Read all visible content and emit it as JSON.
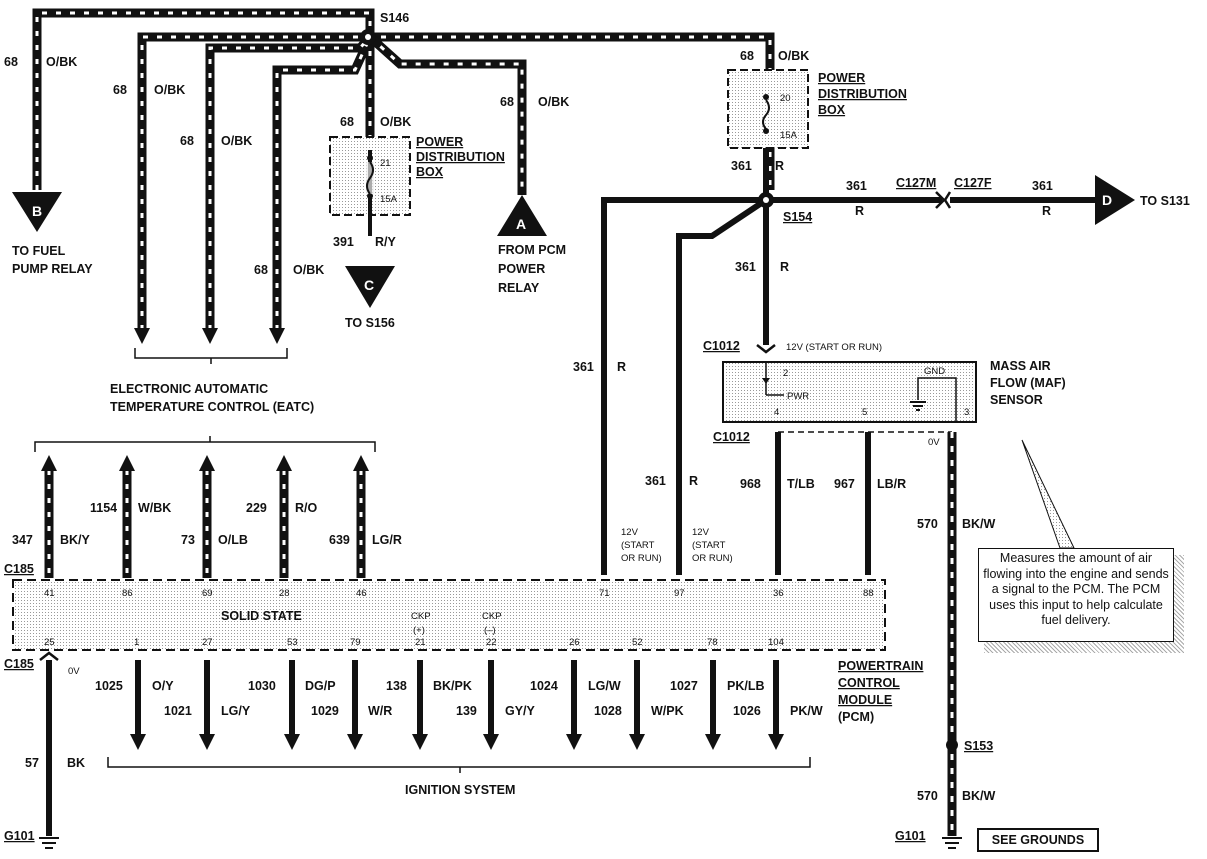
{
  "wires": {
    "w68_fuel": {
      "num": "68",
      "color": "O/BK"
    },
    "w68_a": {
      "num": "68",
      "color": "O/BK"
    },
    "w68_b": {
      "num": "68",
      "color": "O/BK"
    },
    "w68_pdb": {
      "num": "68",
      "color": "O/BK"
    },
    "w68_pcm": {
      "num": "68",
      "color": "O/BK"
    },
    "w68_c": {
      "num": "68",
      "color": "O/BK"
    },
    "w68_right": {
      "num": "68",
      "color": "O/BK"
    },
    "w391": {
      "num": "391",
      "color": "R/Y"
    },
    "w361_pdb": {
      "num": "361",
      "color": "R"
    },
    "w361_c127m": {
      "num": "361",
      "color": "R"
    },
    "w361_d": {
      "num": "361",
      "color": "R"
    },
    "w361_maf": {
      "num": "361",
      "color": "R"
    },
    "w361_left": {
      "num": "361",
      "color": "R"
    },
    "w361_mid": {
      "num": "361",
      "color": "R"
    },
    "w347": {
      "num": "347",
      "color": "BK/Y"
    },
    "w1154": {
      "num": "1154",
      "color": "W/BK"
    },
    "w73": {
      "num": "73",
      "color": "O/LB"
    },
    "w229": {
      "num": "229",
      "color": "R/O"
    },
    "w639": {
      "num": "639",
      "color": "LG/R"
    },
    "w968": {
      "num": "968",
      "color": "T/LB"
    },
    "w967": {
      "num": "967",
      "color": "LB/R"
    },
    "w570a": {
      "num": "570",
      "color": "BK/W"
    },
    "w570b": {
      "num": "570",
      "color": "BK/W"
    },
    "w57": {
      "num": "57",
      "color": "BK"
    },
    "w1025": {
      "num": "1025",
      "color": "O/Y"
    },
    "w1021": {
      "num": "1021",
      "color": "LG/Y"
    },
    "w1030": {
      "num": "1030",
      "color": "DG/P"
    },
    "w1029": {
      "num": "1029",
      "color": "W/R"
    },
    "w138": {
      "num": "138",
      "color": "BK/PK"
    },
    "w139": {
      "num": "139",
      "color": "GY/Y"
    },
    "w1024": {
      "num": "1024",
      "color": "LG/W"
    },
    "w1028": {
      "num": "1028",
      "color": "W/PK"
    },
    "w1027": {
      "num": "1027",
      "color": "PK/LB"
    },
    "w1026": {
      "num": "1026",
      "color": "PK/W"
    }
  },
  "splices": {
    "s146": "S146",
    "s154": "S154",
    "s153": "S153"
  },
  "connectors": {
    "c127m": "C127M",
    "c127f": "C127F",
    "c1012_top": "C1012",
    "c1012_bot": "C1012",
    "c185_top": "C185",
    "c185_bot": "C185"
  },
  "pdb_left": {
    "title": "POWER",
    "title2": "DISTRIBUTION",
    "title3": "BOX",
    "fuse": "21",
    "amps": "15A"
  },
  "pdb_right": {
    "title": "POWER",
    "title2": "DISTRIBUTION",
    "title3": "BOX",
    "fuse": "20",
    "amps": "15A"
  },
  "terminals": {
    "b": {
      "letter": "B",
      "line1": "TO FUEL",
      "line2": "PUMP RELAY"
    },
    "a": {
      "letter": "A",
      "line1": "FROM PCM",
      "line2": "POWER",
      "line3": "RELAY"
    },
    "c": {
      "letter": "C",
      "line1": "TO S156"
    },
    "d": {
      "letter": "D",
      "line1": "TO S131"
    }
  },
  "eatc": {
    "line1": "ELECTRONIC AUTOMATIC",
    "line2": "TEMPERATURE CONTROL (EATC)"
  },
  "maf": {
    "title1": "MASS AIR",
    "title2": "FLOW (MAF)",
    "title3": "SENSOR",
    "power_note": "12V (START OR RUN)",
    "pwr": "PWR",
    "gnd": "GND",
    "pin2": "2",
    "pin4": "4",
    "pin5": "5",
    "pin3": "3",
    "volt": "0V"
  },
  "pcm": {
    "solid_state": "SOLID STATE",
    "name1": "POWERTRAIN",
    "name2": "CONTROL",
    "name3": "MODULE",
    "name4": "(PCM)",
    "ckp_pos1": "CKP",
    "ckp_pos2": "(+)",
    "ckp_neg1": "CKP",
    "ckp_neg2": "(–)",
    "top_pins": [
      "41",
      "86",
      "69",
      "28",
      "46",
      "71",
      "97",
      "36",
      "88"
    ],
    "bottom_pins": [
      "25",
      "1",
      "27",
      "53",
      "79",
      "21",
      "22",
      "26",
      "52",
      "78",
      "104"
    ],
    "v12_a1": "12V",
    "v12_a2": "(START",
    "v12_a3": "OR RUN)",
    "v12_b1": "12V",
    "v12_b2": "(START",
    "v12_b3": "OR RUN)",
    "zero_v": "0V"
  },
  "ignition": "IGNITION SYSTEM",
  "grounds": {
    "g101a": "G101",
    "g101b": "G101",
    "see": "SEE GROUNDS"
  },
  "note": "Measures the amount of air flowing into the engine and sends a signal to the PCM. The PCM uses this input to help calculate fuel delivery."
}
